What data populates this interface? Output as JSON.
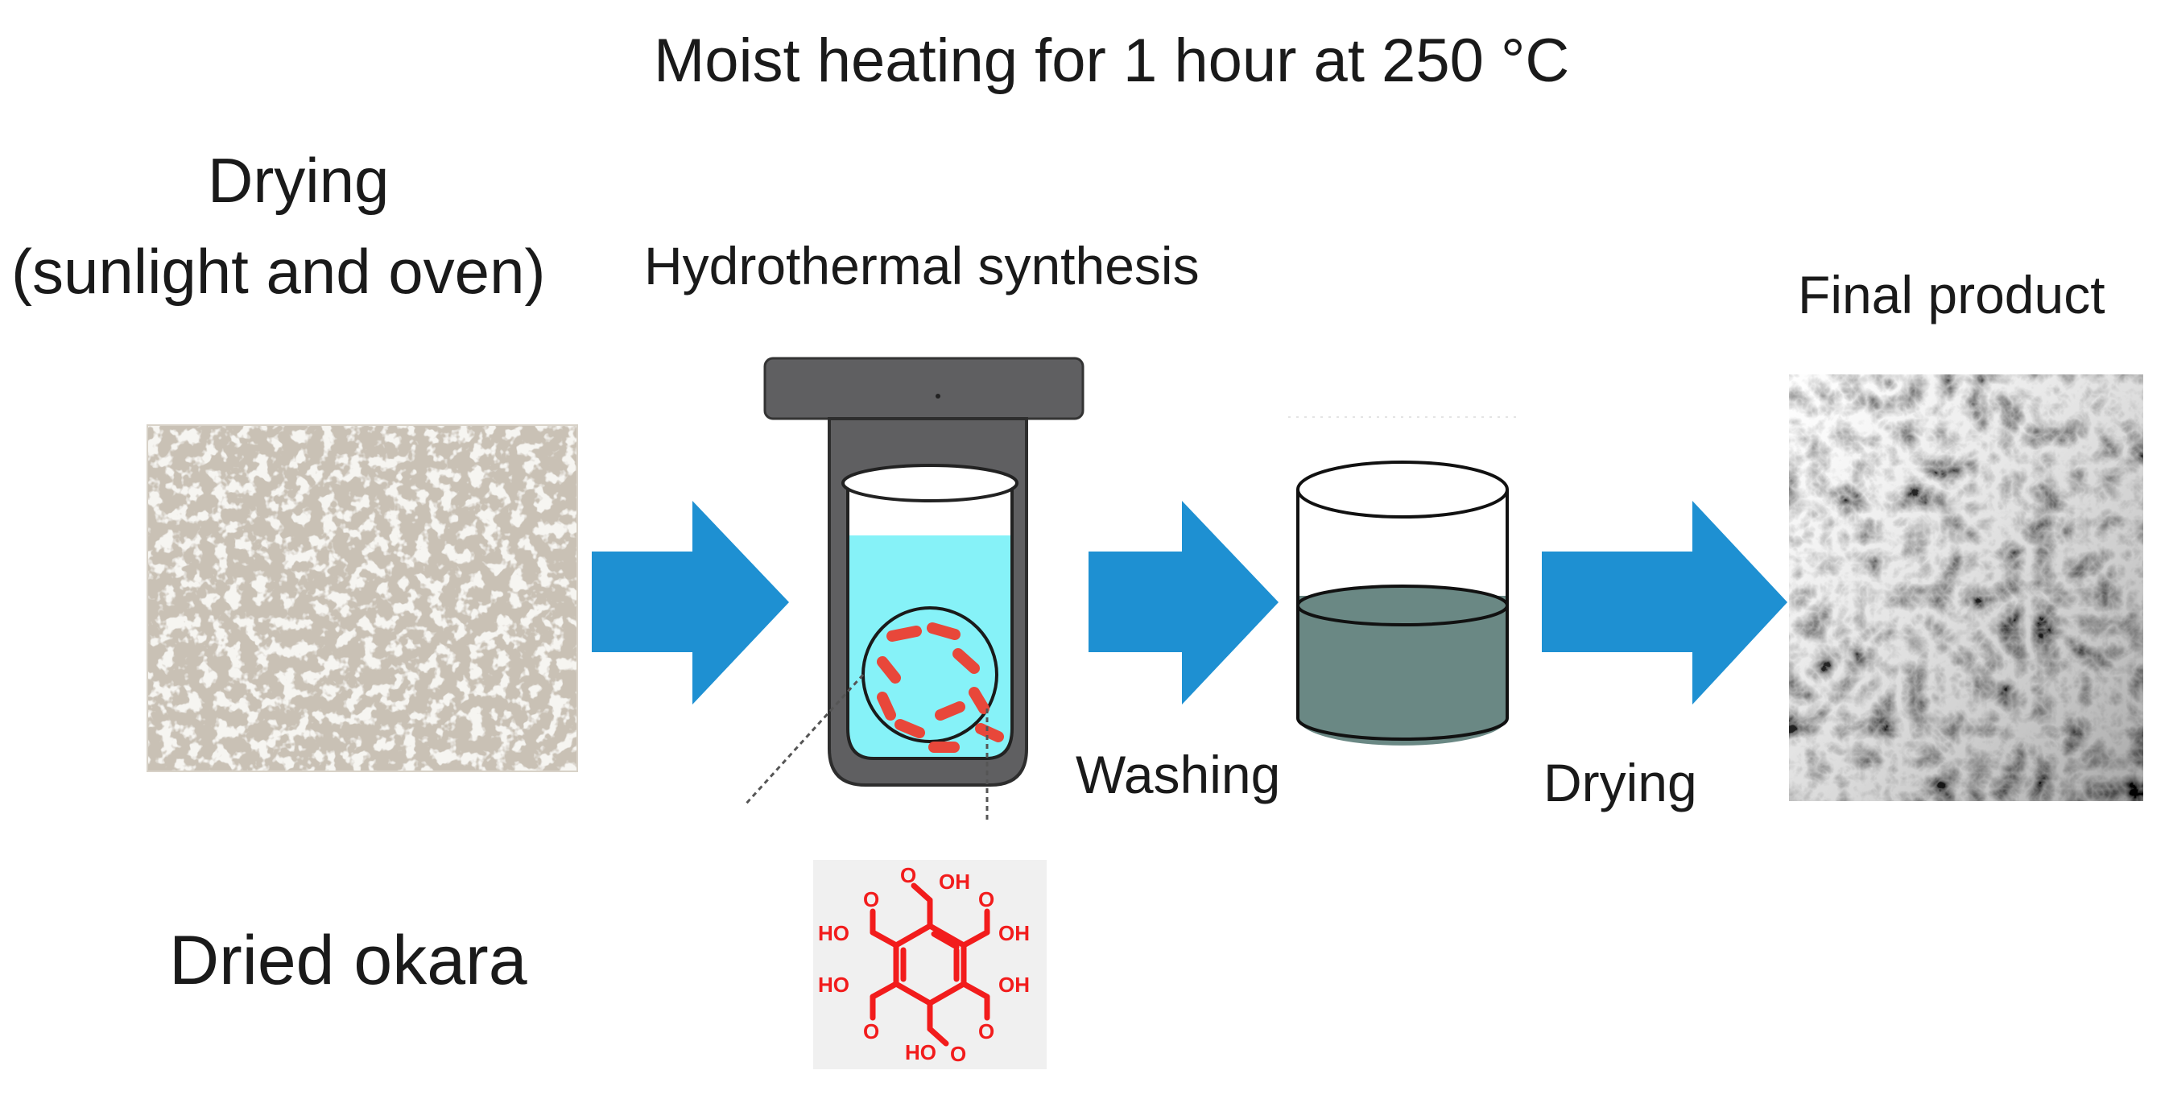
{
  "labels": {
    "top": "Moist heating for 1 hour at 250 °C",
    "drying_1": "Drying",
    "drying_2": "(sunlight and oven)",
    "hydrothermal": "Hydrothermal synthesis",
    "final": "Final product",
    "washing": "Washing",
    "drying_step": "Drying",
    "dried_okara": "Dried okara"
  },
  "molecule": {
    "acid_oxygen": "O",
    "acid_hydroxyl": "OH",
    "acid_hydroxyl_left": "HO"
  },
  "colors": {
    "arrow": "#1E90D2",
    "solution": "#86F2F8",
    "wash_liquid": "#6A8884",
    "reactor_metal": "#5F5F61",
    "molecule": "#F21C1C",
    "dash": "#E8473A"
  },
  "icons": [
    "dried-okara-photo",
    "autoclave-reactor",
    "washing-beaker",
    "sem-micrograph",
    "mellitic-acid-structure"
  ]
}
